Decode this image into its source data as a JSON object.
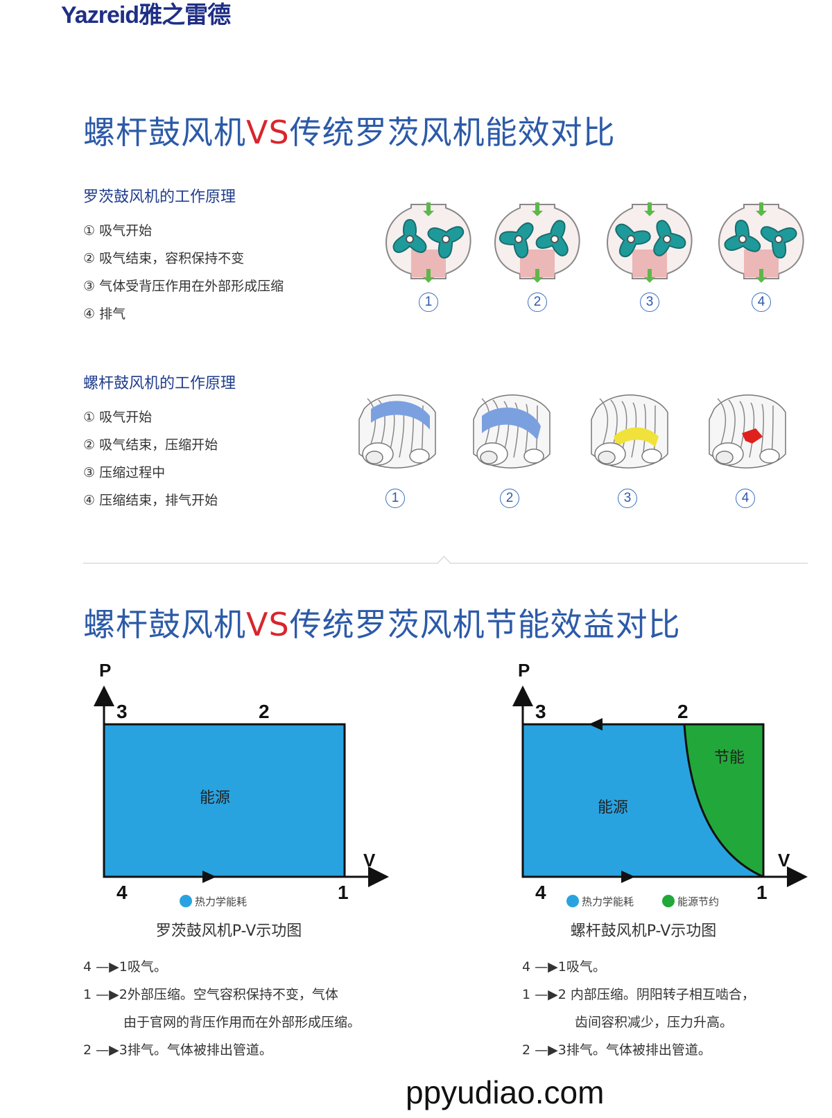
{
  "brand": {
    "logo": "Yazreid雅之雷德"
  },
  "section1": {
    "title_a": "螺杆鼓风机",
    "title_vs": "VS",
    "title_b": "传统罗茨风机能效对比"
  },
  "roots": {
    "heading": "罗茨鼓风机的工作原理",
    "steps": [
      "① 吸气开始",
      "② 吸气结束，容积保持不变",
      "③ 气体受背压作用在外部形成压缩",
      "④ 排气"
    ],
    "labels": [
      "1",
      "2",
      "3",
      "4"
    ]
  },
  "screw": {
    "heading": "螺杆鼓风机的工作原理",
    "steps": [
      "① 吸气开始",
      "② 吸气结束，压缩开始",
      "③ 压缩过程中",
      "④ 压缩结束，排气开始"
    ],
    "labels": [
      "1",
      "2",
      "3",
      "4"
    ]
  },
  "section2": {
    "title_a": "螺杆鼓风机",
    "title_vs": "VS",
    "title_b": "传统罗茨风机节能效益对比"
  },
  "colors": {
    "energy": "#29a3e0",
    "saving": "#22a83a",
    "accent": "#2c5aa8",
    "vs": "#d8262c"
  },
  "left_chart": {
    "p": "P",
    "v": "V",
    "pt3": "3",
    "pt2": "2",
    "pt4": "4",
    "pt1": "1",
    "area": "能源",
    "legend": "热力学能耗",
    "caption": "罗茨鼓风机P-V示功图",
    "desc": [
      {
        "from": "4",
        "to": "1吸气。"
      },
      {
        "from": "1",
        "to": "2外部压缩。空气容积保持不变，气体",
        "cont": "由于官网的背压作用而在外部形成压缩。"
      },
      {
        "from": "2",
        "to": "3排气。气体被排出管道。"
      }
    ]
  },
  "right_chart": {
    "p": "P",
    "v": "V",
    "pt3": "3",
    "pt2": "2",
    "pt4": "4",
    "pt1": "1",
    "area": "能源",
    "saving": "节能",
    "legend1": "热力学能耗",
    "legend2": "能源节约",
    "caption": "螺杆鼓风机P-V示功图",
    "desc": [
      {
        "from": "4",
        "to": "1吸气。"
      },
      {
        "from": "1",
        "to": "2 内部压缩。阴阳转子相互啮合，",
        "cont": "齿间容积减少，压力升高。"
      },
      {
        "from": "2",
        "to": "3排气。气体被排出管道。"
      }
    ]
  },
  "watermark": "ppyudiao.com"
}
